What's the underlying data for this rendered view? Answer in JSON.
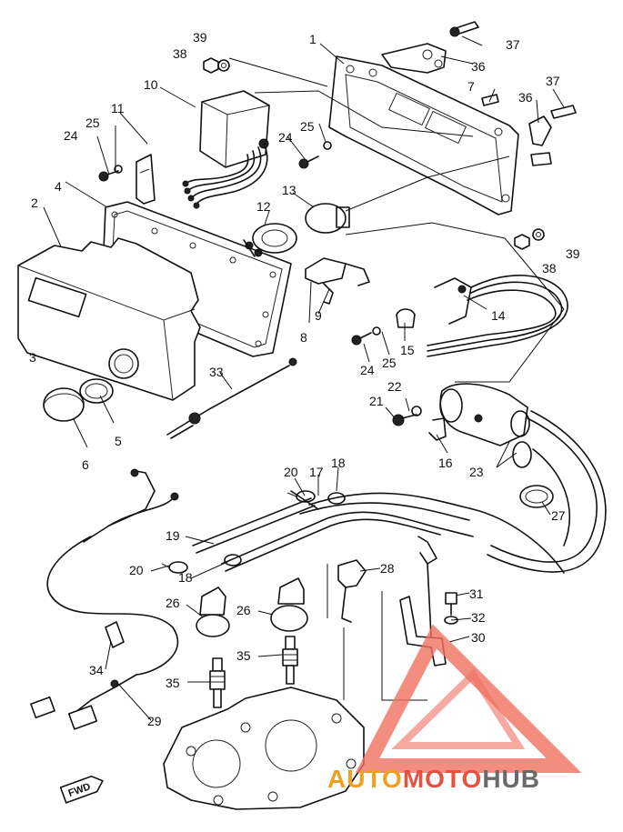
{
  "callouts": {
    "c1": "1",
    "c2": "2",
    "c3": "3",
    "c4": "4",
    "c5": "5",
    "c6": "6",
    "c7": "7",
    "c8": "8",
    "c9": "9",
    "c10": "10",
    "c11": "11",
    "c12": "12",
    "c13": "13",
    "c14": "14",
    "c15": "15",
    "c16": "16",
    "c17": "17",
    "c18a": "18",
    "c18b": "18",
    "c19": "19",
    "c20a": "20",
    "c20b": "20",
    "c21": "21",
    "c22": "22",
    "c23": "23",
    "c24a": "24",
    "c24b": "24",
    "c24c": "24",
    "c25a": "25",
    "c25b": "25",
    "c25c": "25",
    "c26a": "26",
    "c26b": "26",
    "c27": "27",
    "c28": "28",
    "c29": "29",
    "c30": "30",
    "c31": "31",
    "c32": "32",
    "c33": "33",
    "c34": "34",
    "c35a": "35",
    "c35b": "35",
    "c36a": "36",
    "c36b": "36",
    "c37a": "37",
    "c37b": "37",
    "c38a": "38",
    "c38b": "38",
    "c39a": "39",
    "c39b": "39"
  },
  "fwd_label": "FWD",
  "watermark": {
    "auto": "AUTO",
    "moto": "MOTO",
    "hub": "HUB",
    "color_orange": "#f0a020",
    "color_red": "#e85040",
    "color_gray": "#6a6a6a",
    "color_triangle": "#f07060"
  }
}
